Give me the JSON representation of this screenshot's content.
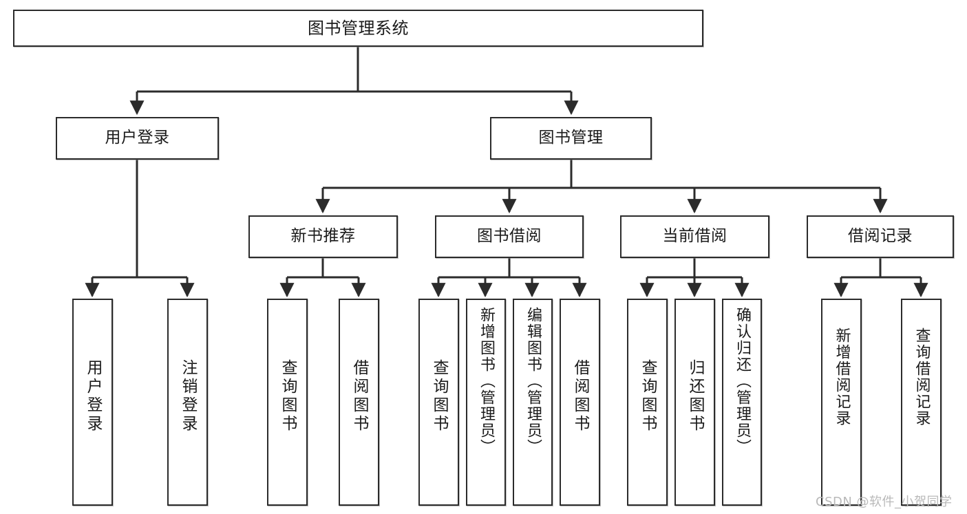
{
  "diagram": {
    "type": "tree",
    "title": "图书管理系统",
    "watermark": "CSDN @软件_小贺同学",
    "colors": {
      "stroke": "#2b2b2b",
      "fill": "#ffffff",
      "text": "#1a1a1a",
      "watermark": "#b9b9b9"
    },
    "nodes": {
      "root": {
        "label": "图书管理系统"
      },
      "level1": [
        {
          "label": "用户登录"
        },
        {
          "label": "图书管理"
        }
      ],
      "level2": [
        {
          "label": "新书推荐"
        },
        {
          "label": "图书借阅"
        },
        {
          "label": "当前借阅"
        },
        {
          "label": "借阅记录"
        }
      ],
      "leaves": {
        "user_login": [
          {
            "label": "用户登录"
          },
          {
            "label": "注销登录"
          }
        ],
        "new_book": [
          {
            "label": "查询图书"
          },
          {
            "label": "借阅图书"
          }
        ],
        "book_borrow": [
          {
            "label": "查询图书"
          },
          {
            "label": "新增图书（管理员）"
          },
          {
            "label": "编辑图书（管理员）"
          },
          {
            "label": "借阅图书"
          }
        ],
        "current_borrow": [
          {
            "label": "查询图书"
          },
          {
            "label": "归还图书"
          },
          {
            "label": "确认归还（管理员）"
          }
        ],
        "borrow_record": [
          {
            "label": "新增借阅记录"
          },
          {
            "label": "查询借阅记录"
          }
        ]
      }
    }
  }
}
